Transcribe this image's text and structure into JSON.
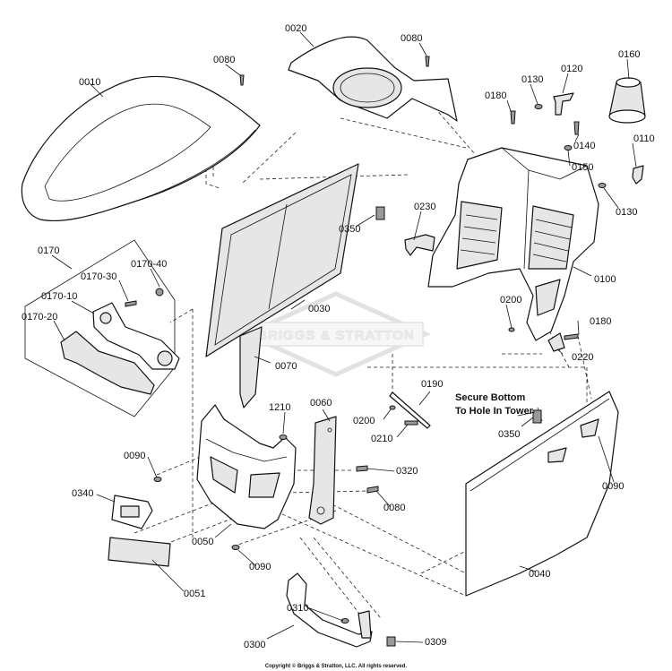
{
  "labels": {
    "l0010": "0010",
    "l0020": "0020",
    "l0080a": "0080",
    "l0080b": "0080",
    "l0080c": "0080",
    "l0160": "0160",
    "l0120": "0120",
    "l0130a": "0130",
    "l0130b": "0130",
    "l0180a": "0180",
    "l0180b": "0180",
    "l0140": "0140",
    "l0110": "0110",
    "l0150": "0150",
    "l0100": "0100",
    "l0230": "0230",
    "l0350a": "0350",
    "l0350b": "0350",
    "l0170": "0170",
    "l0170_40": "0170-40",
    "l0170_30": "0170-30",
    "l0170_10": "0170-10",
    "l0170_20": "0170-20",
    "l0030": "0030",
    "l0070": "0070",
    "l0200a": "0200",
    "l0200b": "0200",
    "l0220": "0220",
    "l0190": "0190",
    "l0210": "0210",
    "l1210": "1210",
    "l0060": "0060",
    "l0090a": "0090",
    "l0090b": "0090",
    "l0090c": "0090",
    "l0320": "0320",
    "l0340": "0340",
    "l0050": "0050",
    "l0051": "0051",
    "l0040": "0040",
    "l0310": "0310",
    "l0300": "0300",
    "l0309": "0309"
  },
  "note": {
    "line1": "Secure Bottom",
    "line2": "To Hole In Tower"
  },
  "watermark": "BRIGGS & STRATTON",
  "copyright": "Copyright © Briggs & Stratton, LLC. All rights reserved."
}
